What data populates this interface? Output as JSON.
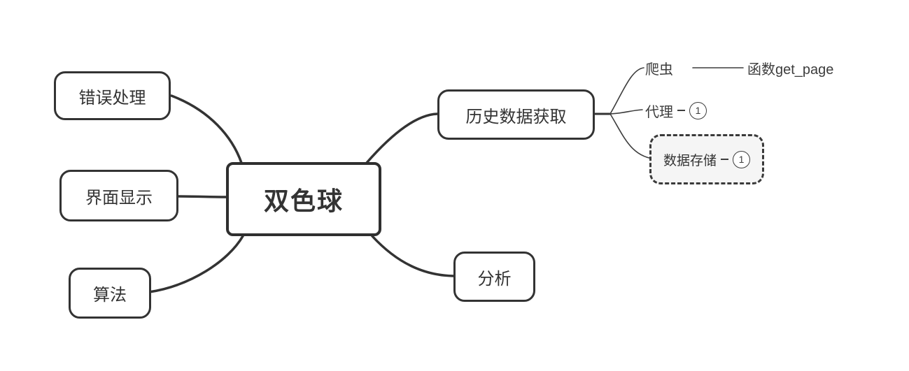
{
  "mindmap": {
    "root": {
      "label": "双色球"
    },
    "left_branches": [
      {
        "label": "错误处理"
      },
      {
        "label": "界面显示"
      },
      {
        "label": "算法"
      }
    ],
    "right_branches": [
      {
        "label": "历史数据获取",
        "children": [
          {
            "label": "爬虫",
            "child": {
              "label": "函数get_page"
            }
          },
          {
            "label": "代理",
            "badge": "1"
          },
          {
            "label": "数据存储",
            "badge": "1",
            "style": "dashed"
          }
        ]
      },
      {
        "label": "分析"
      }
    ],
    "colors": {
      "stroke": "#333333",
      "thin_stroke": "#3d3d3d",
      "text": "#333333",
      "dashed_fill": "#f5f5f5",
      "background": "#ffffff"
    }
  }
}
